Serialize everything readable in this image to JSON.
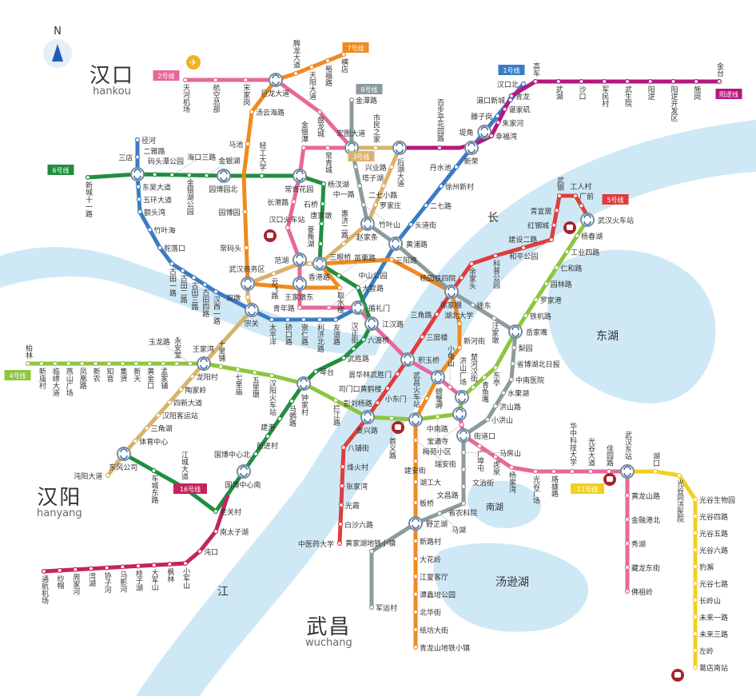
{
  "compass": {
    "label": "N"
  },
  "districts": {
    "hankou": {
      "cn": "汉口",
      "en": "hankou"
    },
    "hanyang": {
      "cn": "汉阳",
      "en": "hanyang"
    },
    "wuchang": {
      "cn": "武昌",
      "en": "wuchang"
    }
  },
  "water": {
    "river_1": "长",
    "river_2": "江",
    "east_lake": "东湖",
    "tangxun_lake": "汤逊湖",
    "south_lake": "南湖"
  },
  "lines": [
    {
      "id": "L1",
      "label": "1号线",
      "color": "#3a7cc4",
      "stations": [
        "汉口北",
        "滠口新城",
        "滕子岗",
        "堤角",
        "新荣",
        "丹水池",
        "徐州新村",
        "二七路",
        "头道街",
        "黄浦路",
        "循礼门",
        "友谊路",
        "利济北路",
        "崇仁路",
        "硚口路",
        "太平洋",
        "宗关",
        "汉西一路",
        "古田四路",
        "古田三路",
        "古田二路",
        "古田一路",
        "舵落口",
        "竹叶海",
        "额头湾",
        "五环大道",
        "东吴大道",
        "码头潭公园",
        "三店",
        "径河"
      ]
    },
    {
      "id": "L2",
      "label": "2号线",
      "color": "#e8679a",
      "stations": [
        "天河机场",
        "航空总部",
        "宋家岗",
        "巨龙大道",
        "盘龙城",
        "宏图大道",
        "常青城",
        "金银潭",
        "常青花园",
        "长港路",
        "汉口火车站",
        "范湖",
        "王家墩东",
        "青年路",
        "中山公园",
        "循礼门",
        "江汉路",
        "积玉桥",
        "螃蟹岬",
        "小龟山",
        "洪山广场",
        "中南路",
        "宝通寺",
        "街道口",
        "广埠屯",
        "虎泉",
        "杨家湾",
        "光谷广场",
        "珞雄路",
        "华中科技大学",
        "光谷大道",
        "佳园路",
        "武汉东站",
        "黄龙山路",
        "金融港北",
        "秀湖",
        "藏龙东街",
        "佛祖岭"
      ]
    },
    {
      "id": "L3",
      "label": "3号线",
      "color": "#d9b26a",
      "stations": [
        "宏图大道",
        "市民之家",
        "后湖大道",
        "兴业路",
        "二七小路",
        "罗家庄",
        "赵家条",
        "惠济二路",
        "香港路",
        "菱角湖",
        "范湖",
        "云飞路",
        "武汉商务区",
        "双墩",
        "宗关",
        "王家湾",
        "龙阳村",
        "陶家岭",
        "四新大道",
        "汉阳客运站",
        "三角湖",
        "体育中心",
        "东风公司",
        "沌阳大道"
      ]
    },
    {
      "id": "L4",
      "label": "4号线",
      "color": "#8cc63f",
      "stations": [
        "柏林",
        "新庙村",
        "临嶂大道",
        "燕山广场",
        "凤凰路",
        "新农",
        "知音",
        "集贤",
        "新天",
        "黄金口",
        "孟家铺",
        "永安堂",
        "玉龙路",
        "王家湾",
        "十里铺",
        "七里庙",
        "五里墩",
        "汉阳火车站",
        "钟家村",
        "拦江路",
        "复兴路",
        "首义路",
        "武昌火车站",
        "梅苑小区",
        "中南路",
        "洪山广场",
        "楚河汉街",
        "青鱼嘴",
        "东亭",
        "岳家嘴",
        "铁机路",
        "罗家港",
        "园林路",
        "仁和路",
        "工业四路",
        "杨春湖",
        "武汉火车站"
      ]
    },
    {
      "id": "L5",
      "label": "5号线",
      "color": "#e03c3c",
      "stations": [
        "武汉火车站",
        "工人村",
        "厂前",
        "武钢",
        "青宜居",
        "红钢城",
        "和平公园",
        "建设二路",
        "科普公园",
        "余家头",
        "杨园铁四院",
        "徐家棚",
        "三角路",
        "三层楼",
        "积玉桥",
        "昙华林武胜门",
        "司门口黄鹤楼",
        "彭刘杨路",
        "复兴路",
        "八铺街",
        "烽火村",
        "张家湾",
        "光霞",
        "白沙六路",
        "中医药大学"
      ]
    },
    {
      "id": "L6",
      "label": "6号线",
      "color": "#1f8f3f",
      "stations": [
        "新城十一路",
        "码头潭公园",
        "二雅路",
        "海口三路",
        "金银湖公园",
        "金银湖",
        "园博园北",
        "轻工大学",
        "常青花园",
        "杨汊湖",
        "石桥",
        "唐家墩",
        "三眼桥",
        "香港路",
        "苗栗路",
        "大智路",
        "江汉路",
        "六渡桥",
        "汉正街",
        "武胜路",
        "琴台",
        "钟家村",
        "马鹦路",
        "建港",
        "前进村",
        "国博中心北",
        "国博中心南",
        "老关村",
        "江城大道",
        "车城东路",
        "东风公司"
      ]
    },
    {
      "id": "L7",
      "label": "7号线",
      "color": "#f08a1d",
      "stations": [
        "横店",
        "裕福路",
        "天阳大道",
        "腾龙大道",
        "巨龙大道",
        "汤云海路",
        "马池",
        "园博园北",
        "园博园",
        "常码头",
        "武汉商务区",
        "王家墩东",
        "取水楼",
        "香港路",
        "三阳路",
        "徐家棚",
        "湖北大学",
        "新河街",
        "螃蟹岬",
        "小东门",
        "武昌火车站",
        "瑞安街",
        "建安街",
        "湖工大",
        "板桥",
        "野芷湖",
        "新路村",
        "大花岭",
        "江夏客厅",
        "谭鑫培公园",
        "北华街",
        "纸坊大街",
        "青龙山地铁小镇"
      ]
    },
    {
      "id": "L8",
      "label": "8号线",
      "color": "#8c9b9b",
      "stations": [
        "金潭路",
        "宏图大道",
        "塔子湖",
        "中一路",
        "竹叶山",
        "赵家条",
        "黄浦路",
        "徐家棚",
        "徐东",
        "汪家墩",
        "岳家嘴",
        "梨园",
        "省博湖北日报",
        "中南医院",
        "水果湖",
        "洪山路",
        "小洪山",
        "街道口",
        "马房山",
        "文治街",
        "文昌路",
        "省农科院",
        "马湖",
        "野芷湖",
        "黄家湖地铁小镇",
        "军运村"
      ]
    },
    {
      "id": "L11",
      "label": "11号线",
      "color": "#f3cf1f",
      "stations": [
        "武汉东站",
        "湖口",
        "光谷同济医院",
        "光谷生物园",
        "光谷四路",
        "光谷五路",
        "光谷六路",
        "豹澥",
        "光谷七路",
        "长岭山",
        "未来一路",
        "未来三路",
        "左岭",
        "葛店南站"
      ]
    },
    {
      "id": "L16",
      "label": "16号线",
      "color": "#c2255c",
      "stations": [
        "国博中心南",
        "南太子湖",
        "沌口",
        "小军山",
        "枫林",
        "大军山",
        "桂子湖",
        "马影河",
        "协子河",
        "湾湖",
        "周家河",
        "纱帽",
        "通航机场"
      ]
    },
    {
      "id": "LYL",
      "label": "阳逻线",
      "color": "#b5177f",
      "stations": [
        "后湖大道",
        "百步亭花园路",
        "堤角",
        "新荣",
        "幸福湾",
        "朱家河",
        "谌家矶",
        "青龙",
        "高车",
        "武湖",
        "沙口",
        "军民村",
        "武生院",
        "阳逻",
        "阳逻开发区",
        "施岗",
        "金台"
      ]
    }
  ],
  "railway_stations": [
    "汉口火车站",
    "武昌火车站",
    "武汉火车站",
    "武汉东站",
    "葛店南站"
  ],
  "airport_station": "天河机场"
}
